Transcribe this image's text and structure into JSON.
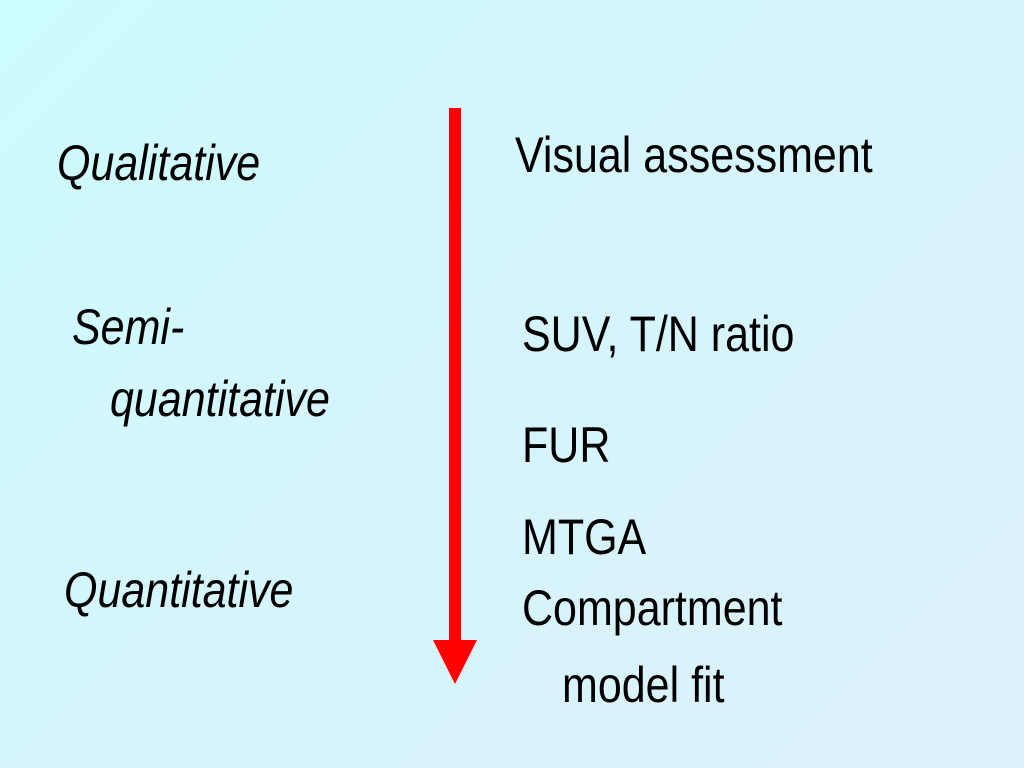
{
  "left": {
    "qualitative": "Qualitative",
    "semi_line1": "Semi-",
    "semi_line2": "quantitative",
    "quantitative": "Quantitative"
  },
  "right": {
    "visual": "Visual assessment",
    "suv": "SUV, T/N ratio",
    "fur": "FUR",
    "mtga": "MTGA",
    "compartment_line1": "Compartment",
    "compartment_line2": "model fit"
  },
  "colors": {
    "arrow": "#ff0000"
  }
}
